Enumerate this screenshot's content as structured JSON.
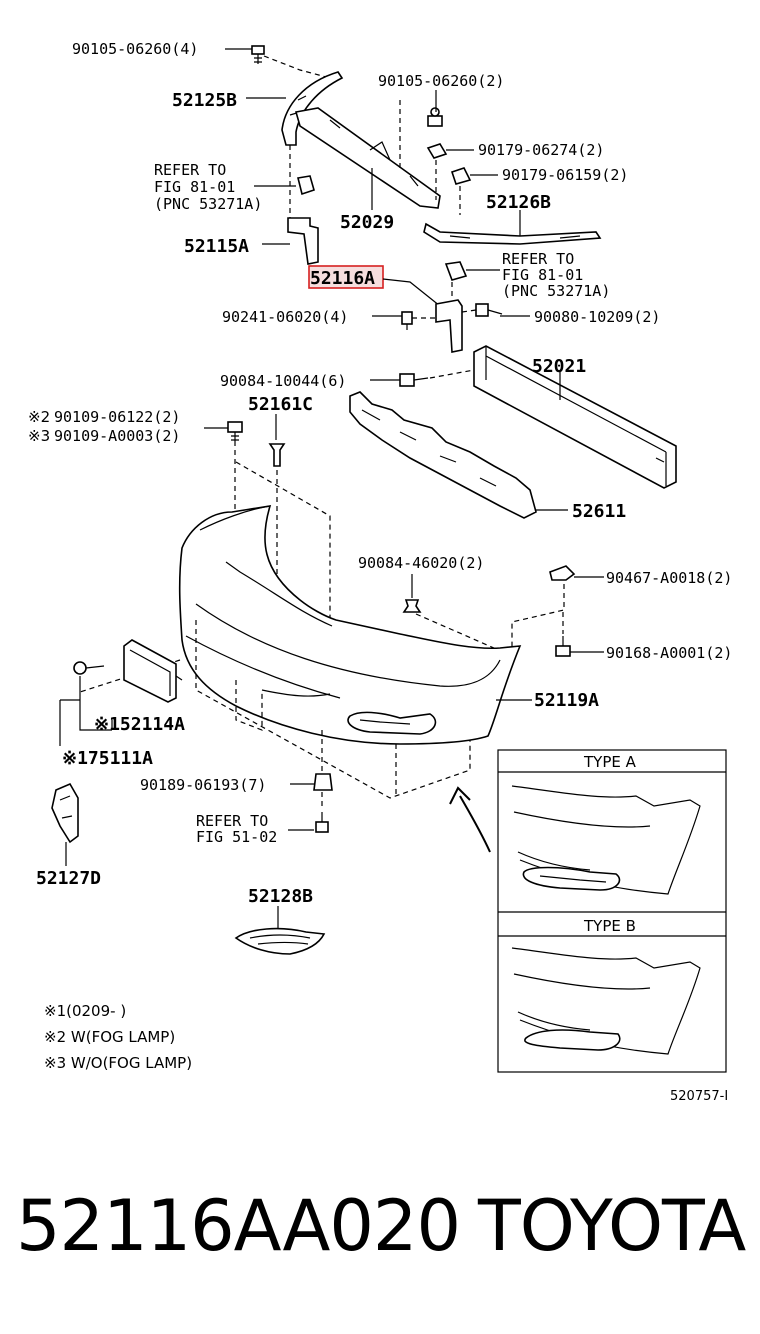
{
  "labels": {
    "p90105_a": "90105-06260(4)",
    "p52125B": "52125B",
    "p90105_b": "90105-06260(2)",
    "p90179_a": "90179-06274(2)",
    "p90179_b": "90179-06159(2)",
    "refer1_l1": "REFER TO",
    "refer1_l2": "FIG 81-01",
    "refer1_l3": "(PNC 53271A)",
    "p52029": "52029",
    "p52126B": "52126B",
    "p52115A": "52115A",
    "p52116A": "52116A",
    "refer2_l1": "REFER TO",
    "refer2_l2": "FIG 81-01",
    "refer2_l3": "(PNC 53271A)",
    "p90241": "90241-06020(4)",
    "p90080": "90080-10209(2)",
    "p90084_a": "90084-10044(6)",
    "p52021": "52021",
    "note2_a": "※2",
    "p90109_a": "90109-06122(2)",
    "note3_a": "※3",
    "p90109_b": "90109-A0003(2)",
    "p52161C": "52161C",
    "p52611": "52611",
    "p90084_b": "90084-46020(2)",
    "p90467": "90467-A0018(2)",
    "p90168": "90168-A0001(2)",
    "p52114A": "※152114A",
    "p75111A": "※175111A",
    "p52119A": "52119A",
    "p90189": "90189-06193(7)",
    "refer3_l1": "REFER TO",
    "refer3_l2": "FIG 51-02",
    "p52127D": "52127D",
    "p52128B": "52128B",
    "type_a": "TYPE A",
    "type_b": "TYPE B",
    "note1": "※1(0209-     )",
    "note2": "※2 W(FOG LAMP)",
    "note3": "※3 W/O(FOG LAMP)",
    "illus_code": "520757-I"
  },
  "footer": {
    "part_number": "52116AA020",
    "brand": "TOYOTA"
  },
  "highlight_color": "#d62020"
}
